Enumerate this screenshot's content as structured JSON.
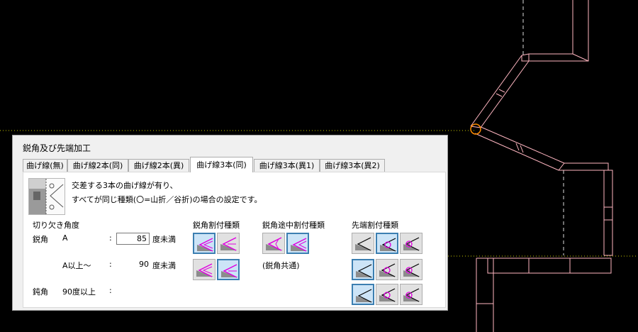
{
  "dialog": {
    "title": "鋭角及び先端加工",
    "tabs": [
      {
        "label": "曲げ線(無)",
        "active": false
      },
      {
        "label": "曲げ線2本(同)",
        "active": false
      },
      {
        "label": "曲げ線2本(異)",
        "active": false
      },
      {
        "label": "曲げ線3本(同)",
        "active": true
      },
      {
        "label": "曲げ線3本(異1)",
        "active": false
      },
      {
        "label": "曲げ線3本(異2)",
        "active": false
      }
    ],
    "description": {
      "line1": "交差する3本の曲げ線が有り、",
      "line2": "すべてが同じ種類(〇=山折／谷折)の場合の設定です。"
    },
    "notch_angle": {
      "title": "切り欠き角度",
      "acute_label": "鋭角",
      "a_label": "A",
      "colon": ":",
      "a_value": "85",
      "less_than": "度未満",
      "range_label": "A以上～",
      "range_value": "90",
      "obtuse_label": "鈍角",
      "obtuse_value_label": "90度以上"
    },
    "acute_split": {
      "title": "鋭角割付種類"
    },
    "acute_mid_split": {
      "title": "鋭角途中割付種類",
      "common_note": "(鋭角共通)"
    },
    "tip_split": {
      "title": "先端割付種類"
    }
  },
  "colors": {
    "background": "#000000",
    "drawing": "#ffb6c1",
    "marker": "#ff8c00",
    "guide": "#c8c800",
    "selected_border": "#3c7fb1",
    "selected_fill": "#cce4f7",
    "icon_magenta": "#e000e0"
  }
}
